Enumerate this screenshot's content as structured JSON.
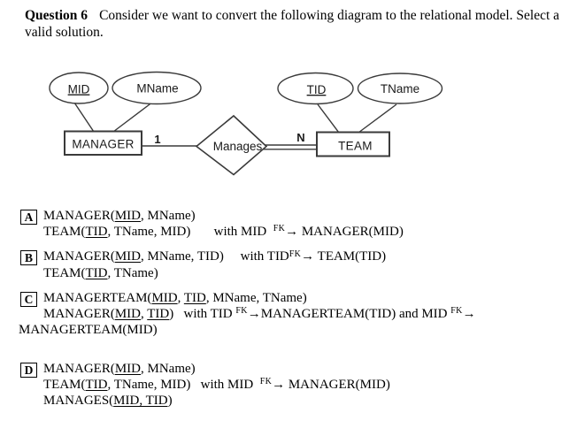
{
  "question": {
    "label": "Question 6",
    "line1": "Consider we want to convert the following diagram to the relational model. Select a",
    "line2": "valid solution."
  },
  "diagram": {
    "attributes": {
      "mid": "MID",
      "mname": "MName",
      "tid": "TID",
      "tname": "TName"
    },
    "entities": {
      "manager": "MANAGER",
      "team": "TEAM"
    },
    "relationship": "Manages",
    "cardinality_one": "1",
    "cardinality_many": "N",
    "key_attributes_underlined": [
      "MID",
      "TID"
    ],
    "stroke_color": "#3a3a3a",
    "text_color": "#1a1a1a"
  },
  "options": [
    {
      "letter": "A",
      "lines": [
        [
          {
            "t": "MANAGER("
          },
          {
            "u": "MID"
          },
          {
            "t": ", MName)"
          }
        ],
        [
          {
            "t": "TEAM("
          },
          {
            "u": "TID"
          },
          {
            "t": ", TName, MID)       with MID  "
          },
          {
            "sup": "FK"
          },
          {
            "t": "→ MANAGER(MID)"
          }
        ]
      ]
    },
    {
      "letter": "B",
      "lines": [
        [
          {
            "t": "MANAGER("
          },
          {
            "u": "MID"
          },
          {
            "t": ", MName, TID)     with TID"
          },
          {
            "sup": "FK"
          },
          {
            "t": "→ TEAM(TID)"
          }
        ],
        [
          {
            "t": "TEAM("
          },
          {
            "u": "TID"
          },
          {
            "t": ", TName)"
          }
        ]
      ]
    },
    {
      "letter": "C",
      "lines": [
        [
          {
            "t": "MANAGERTEAM("
          },
          {
            "u": "MID"
          },
          {
            "t": ", "
          },
          {
            "u": "TID"
          },
          {
            "t": ", MName, TName)"
          }
        ],
        [
          {
            "t": "MANAGER("
          },
          {
            "u": "MID"
          },
          {
            "t": ", "
          },
          {
            "u": "TID"
          },
          {
            "t": ")   with TID "
          },
          {
            "sup": "FK"
          },
          {
            "t": "→MANAGERTEAM(TID) and MID "
          },
          {
            "sup": "FK"
          },
          {
            "t": "→"
          }
        ],
        [
          {
            "t": "MANAGERTEAM(MID)"
          }
        ]
      ]
    },
    {
      "letter": "D",
      "lines": [
        [
          {
            "t": "MANAGER("
          },
          {
            "u": "MID"
          },
          {
            "t": ", MName)"
          }
        ],
        [
          {
            "t": "TEAM("
          },
          {
            "u": "TID"
          },
          {
            "t": ", TName, MID)   with MID  "
          },
          {
            "sup": "FK"
          },
          {
            "t": "→ MANAGER(MID)"
          }
        ],
        [
          {
            "t": "MANAGES("
          },
          {
            "u": "MID, TID"
          },
          {
            "t": ")"
          }
        ]
      ]
    }
  ]
}
